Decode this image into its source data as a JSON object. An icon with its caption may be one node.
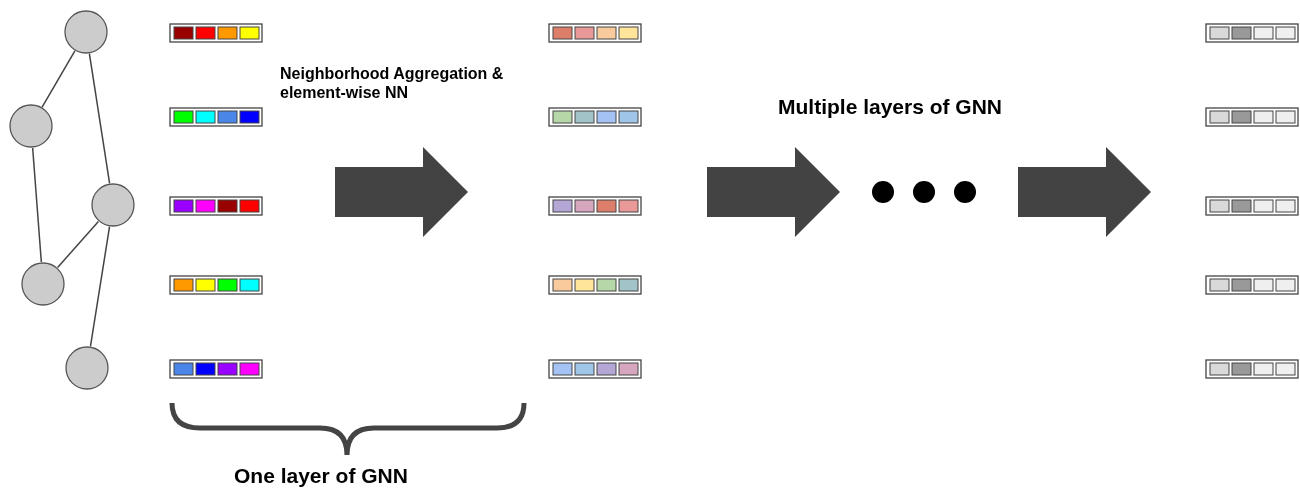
{
  "diagram": {
    "nodes": [
      {
        "text": [],
        "shape": "circle"
      },
      {
        "text": [],
        "shape": "circle"
      },
      {
        "text": [],
        "shape": "circle"
      },
      {
        "text": [],
        "shape": "circle"
      },
      {
        "text": [],
        "shape": "circle"
      }
    ],
    "edges": [
      {
        "from": 0,
        "to": 1,
        "arrow": "none"
      },
      {
        "from": 0,
        "to": 2,
        "arrow": "none"
      },
      {
        "from": 1,
        "to": 3,
        "arrow": "none"
      },
      {
        "from": 2,
        "to": 3,
        "arrow": "none"
      },
      {
        "from": 2,
        "to": 4,
        "arrow": "none"
      }
    ],
    "labels": [
      "Neighborhood Aggregation & element-wise NN",
      "Multiple layers of GNN",
      "One layer of GNN"
    ]
  }
}
